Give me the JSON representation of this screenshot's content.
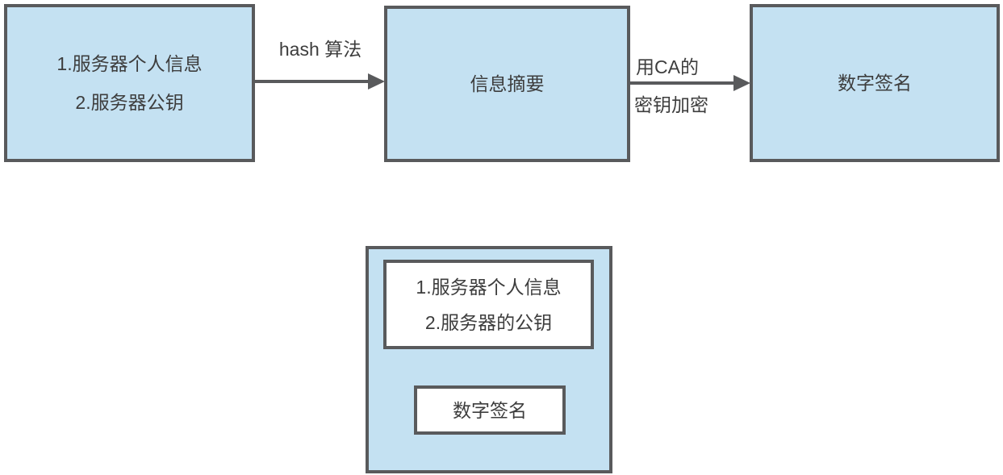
{
  "colors": {
    "background": "#ffffff",
    "box_fill": "#c4e1f2",
    "border": "#595a5c",
    "text": "#3d3d3d"
  },
  "flow": {
    "source_box": {
      "line1": "1.服务器个人信息",
      "line2": "2.服务器公钥"
    },
    "hash_arrow_label": "hash 算法",
    "digest_box_label": "信息摘要",
    "encrypt_arrow_label_line1": "用CA的",
    "encrypt_arrow_label_line2": "密钥加密",
    "signature_box_label": "数字签名"
  },
  "certificate": {
    "info_box": {
      "line1": "1.服务器个人信息",
      "line2": "2.服务器的公钥"
    },
    "signature_box_label": "数字签名"
  }
}
